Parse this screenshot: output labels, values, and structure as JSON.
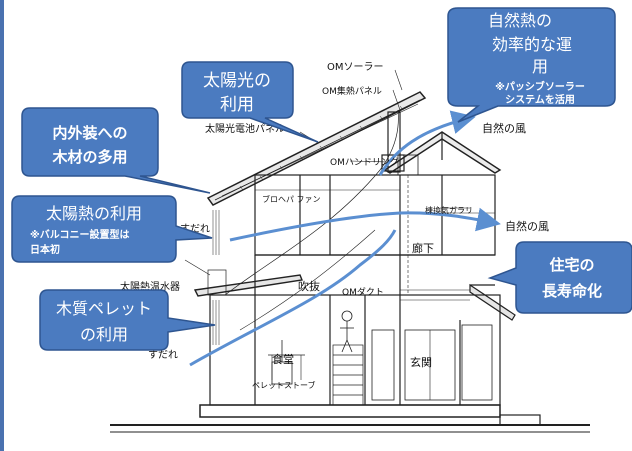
{
  "callouts": {
    "solar_light": {
      "line1": "太陽光の",
      "line2": "利用"
    },
    "natural_heat": {
      "line1": "自然熱の",
      "line2": "効率的な運",
      "line3": "用",
      "note1": "※パッシブソーラー",
      "note2": "システムを活用"
    },
    "interior_exterior": {
      "line1": "内外装への",
      "line2": "木材の多用"
    },
    "solar_heat": {
      "line1": "太陽熱の利用",
      "note1": "※バルコニー設置型は",
      "note2": "日本初"
    },
    "longevity": {
      "line1": "住宅の",
      "line2": "長寿命化"
    },
    "pellet": {
      "line1": "木質ペレット",
      "line2": "の利用"
    }
  },
  "drawing_labels": {
    "om_solar": "OMソーラー",
    "om_heat_panel": "OM集熱パネル",
    "solar_battery_panel": "太陽光電池パネル",
    "natural_wind_1": "自然の風",
    "natural_wind_2": "自然の風",
    "om_handling": "OMハンドリング",
    "gable_fan": "ブロヘパ ファン",
    "sudare_1": "すだれ",
    "sudare_2": "すだれ",
    "solar_water_heater": "太陽熱温水器",
    "fukinuke": "吹抜",
    "corridor": "廊下",
    "om_duct": "OMダクト",
    "dining": "食堂",
    "pellet_stove": "ペレットストーブ",
    "entrance": "玄関",
    "small_label": "棟換気ガラリ"
  },
  "colors": {
    "callout_fill": "#4b7bc0",
    "callout_stroke": "#2e5590",
    "callout_text": "#ffffff",
    "arrow": "#5b8fd1",
    "line": "#222222",
    "side_bar": "#4a72b0"
  }
}
